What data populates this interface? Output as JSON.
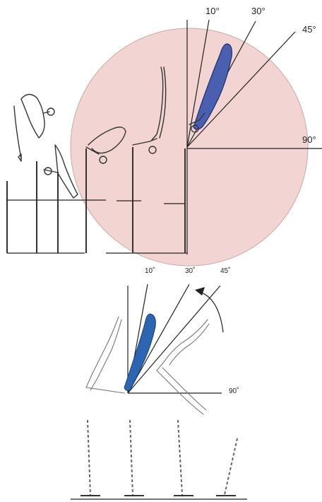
{
  "top_diagram": {
    "angles": [
      {
        "id": "a10",
        "label": "10°"
      },
      {
        "id": "a30",
        "label": "30°"
      },
      {
        "id": "a45",
        "label": "45°"
      },
      {
        "id": "a90",
        "label": "90°"
      }
    ],
    "circle_color": "#f2d4d2",
    "highlight_color": "#4a5fb0"
  },
  "bottom_diagram": {
    "angles": [
      {
        "id": "b10",
        "label": "10˚"
      },
      {
        "id": "b30",
        "label": "30˚"
      },
      {
        "id": "b45",
        "label": "45˚"
      },
      {
        "id": "b90",
        "label": "90˚"
      }
    ],
    "highlight_color": "#2c66b3"
  }
}
